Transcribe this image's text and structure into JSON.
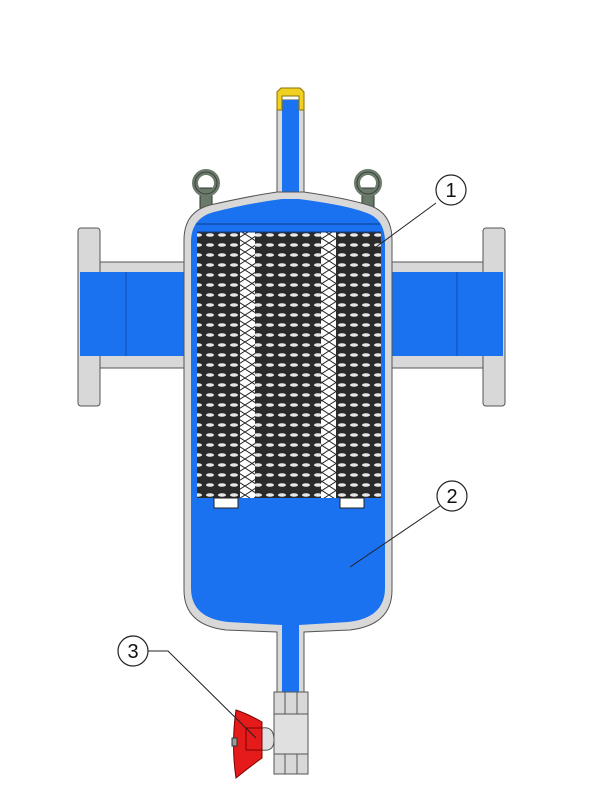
{
  "diagram": {
    "callouts": [
      {
        "label": "1",
        "part": "filter-element"
      },
      {
        "label": "2",
        "part": "vessel-body"
      },
      {
        "label": "3",
        "part": "drain-valve"
      }
    ],
    "colors": {
      "fluid": "#1a72f0",
      "shell": "#d8d8d8",
      "outline": "#555555",
      "mesh": "#2a2a2a",
      "cap": "#f0d020",
      "valve_handle": "#e51a1a",
      "eyebolt": "#6a7a6a"
    }
  }
}
